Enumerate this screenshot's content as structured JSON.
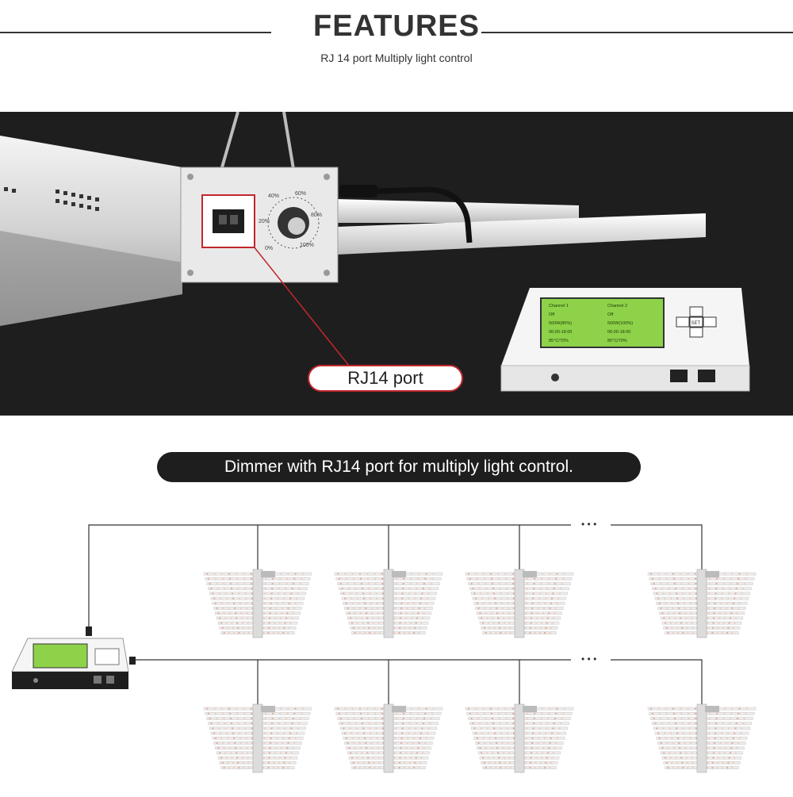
{
  "header": {
    "title": "FEATURES",
    "subtitle": "RJ 14 port Multiply light control"
  },
  "hero": {
    "port_label": "RJ14 port",
    "knob_marks": [
      "40%",
      "60%",
      "20%",
      "80%",
      "0%",
      "100%"
    ],
    "controller_screen": {
      "columns": [
        [
          "Channel 1",
          "Off",
          "500W(80%)",
          "06:00-18:00",
          "85°C/70%"
        ],
        [
          "Channel 2",
          "Off",
          "500W(100%)",
          "06:00-18:00",
          "85°C/70%"
        ]
      ],
      "set_label": "SET"
    }
  },
  "banner": {
    "text": "Dimmer with RJ14 port for multiply light control."
  },
  "diagram": {
    "continuation": "• • •",
    "rows": 2,
    "fixtures_per_row": 4,
    "colors": {
      "accent": "#c1272d",
      "dark": "#1e1e1e",
      "lcd": "#8ed24a"
    }
  }
}
